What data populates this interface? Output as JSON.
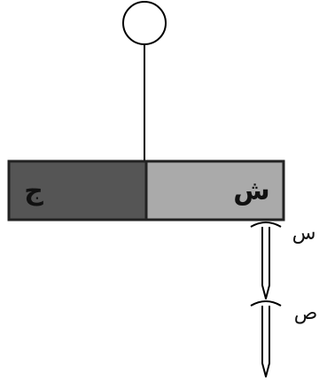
{
  "magnet": {
    "left_pole_label": "ج",
    "right_pole_label": "ش",
    "left_color": "#555555",
    "right_color": "#aaaaaa"
  },
  "nails": {
    "upper_label": "س",
    "lower_label": "ص"
  }
}
